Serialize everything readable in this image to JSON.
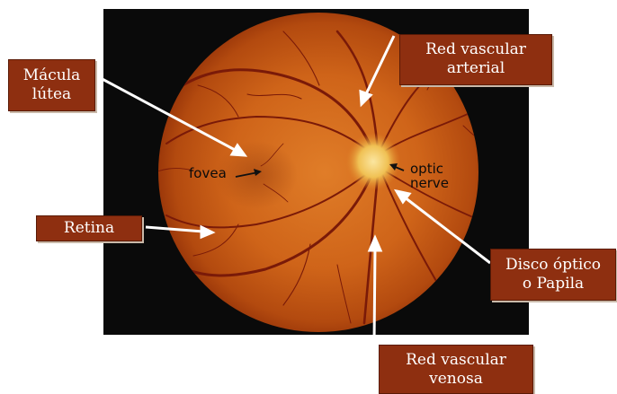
{
  "image": {
    "labels": {
      "fovea": "fovea",
      "optic_nerve_line1": "optic",
      "optic_nerve_line2": "nerve"
    },
    "colors": {
      "background": "#0a0a0a",
      "retina_center": "#d9731f",
      "retina_edge": "#8f2e07",
      "vessel": "#7a1a08",
      "optic_disc": "#f5d06a"
    }
  },
  "callouts": {
    "macula": {
      "line1": "Mácula",
      "line2": "lútea"
    },
    "arterial": {
      "line1": "Red vascular",
      "line2": "arterial"
    },
    "retina": {
      "line1": "Retina"
    },
    "disc": {
      "line1": "Disco óptico",
      "line2": "o Papila"
    },
    "venous": {
      "line1": "Red vascular",
      "line2": "venosa"
    }
  },
  "style": {
    "callout_bg": "#8e2f10",
    "callout_text": "#ffffff",
    "arrow": "#ffffff"
  }
}
